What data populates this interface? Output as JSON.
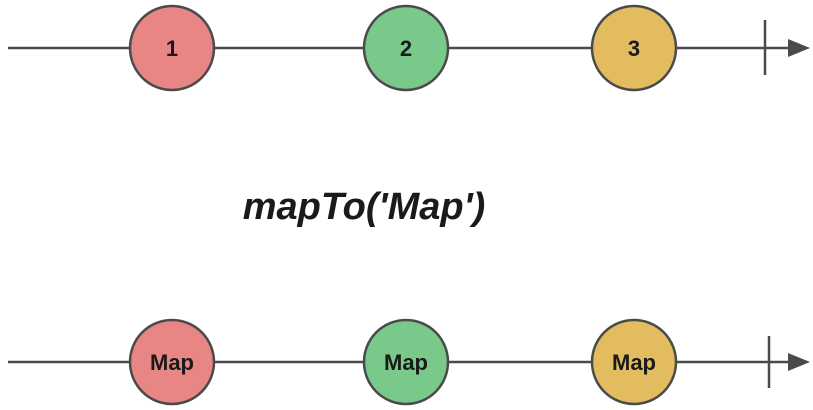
{
  "diagram": {
    "input_stream": {
      "marbles": [
        {
          "label": "1",
          "color": "#e88585"
        },
        {
          "label": "2",
          "color": "#79c98a"
        },
        {
          "label": "3",
          "color": "#e2bc5e"
        }
      ]
    },
    "operator": {
      "label": "mapTo('Map')"
    },
    "output_stream": {
      "marbles": [
        {
          "label": "Map",
          "color": "#e88585"
        },
        {
          "label": "Map",
          "color": "#79c98a"
        },
        {
          "label": "Map",
          "color": "#e2bc5e"
        }
      ]
    },
    "colors": {
      "line": "#4a4a4a",
      "outline": "#4a4a4a",
      "text": "#1a1a1a"
    }
  }
}
